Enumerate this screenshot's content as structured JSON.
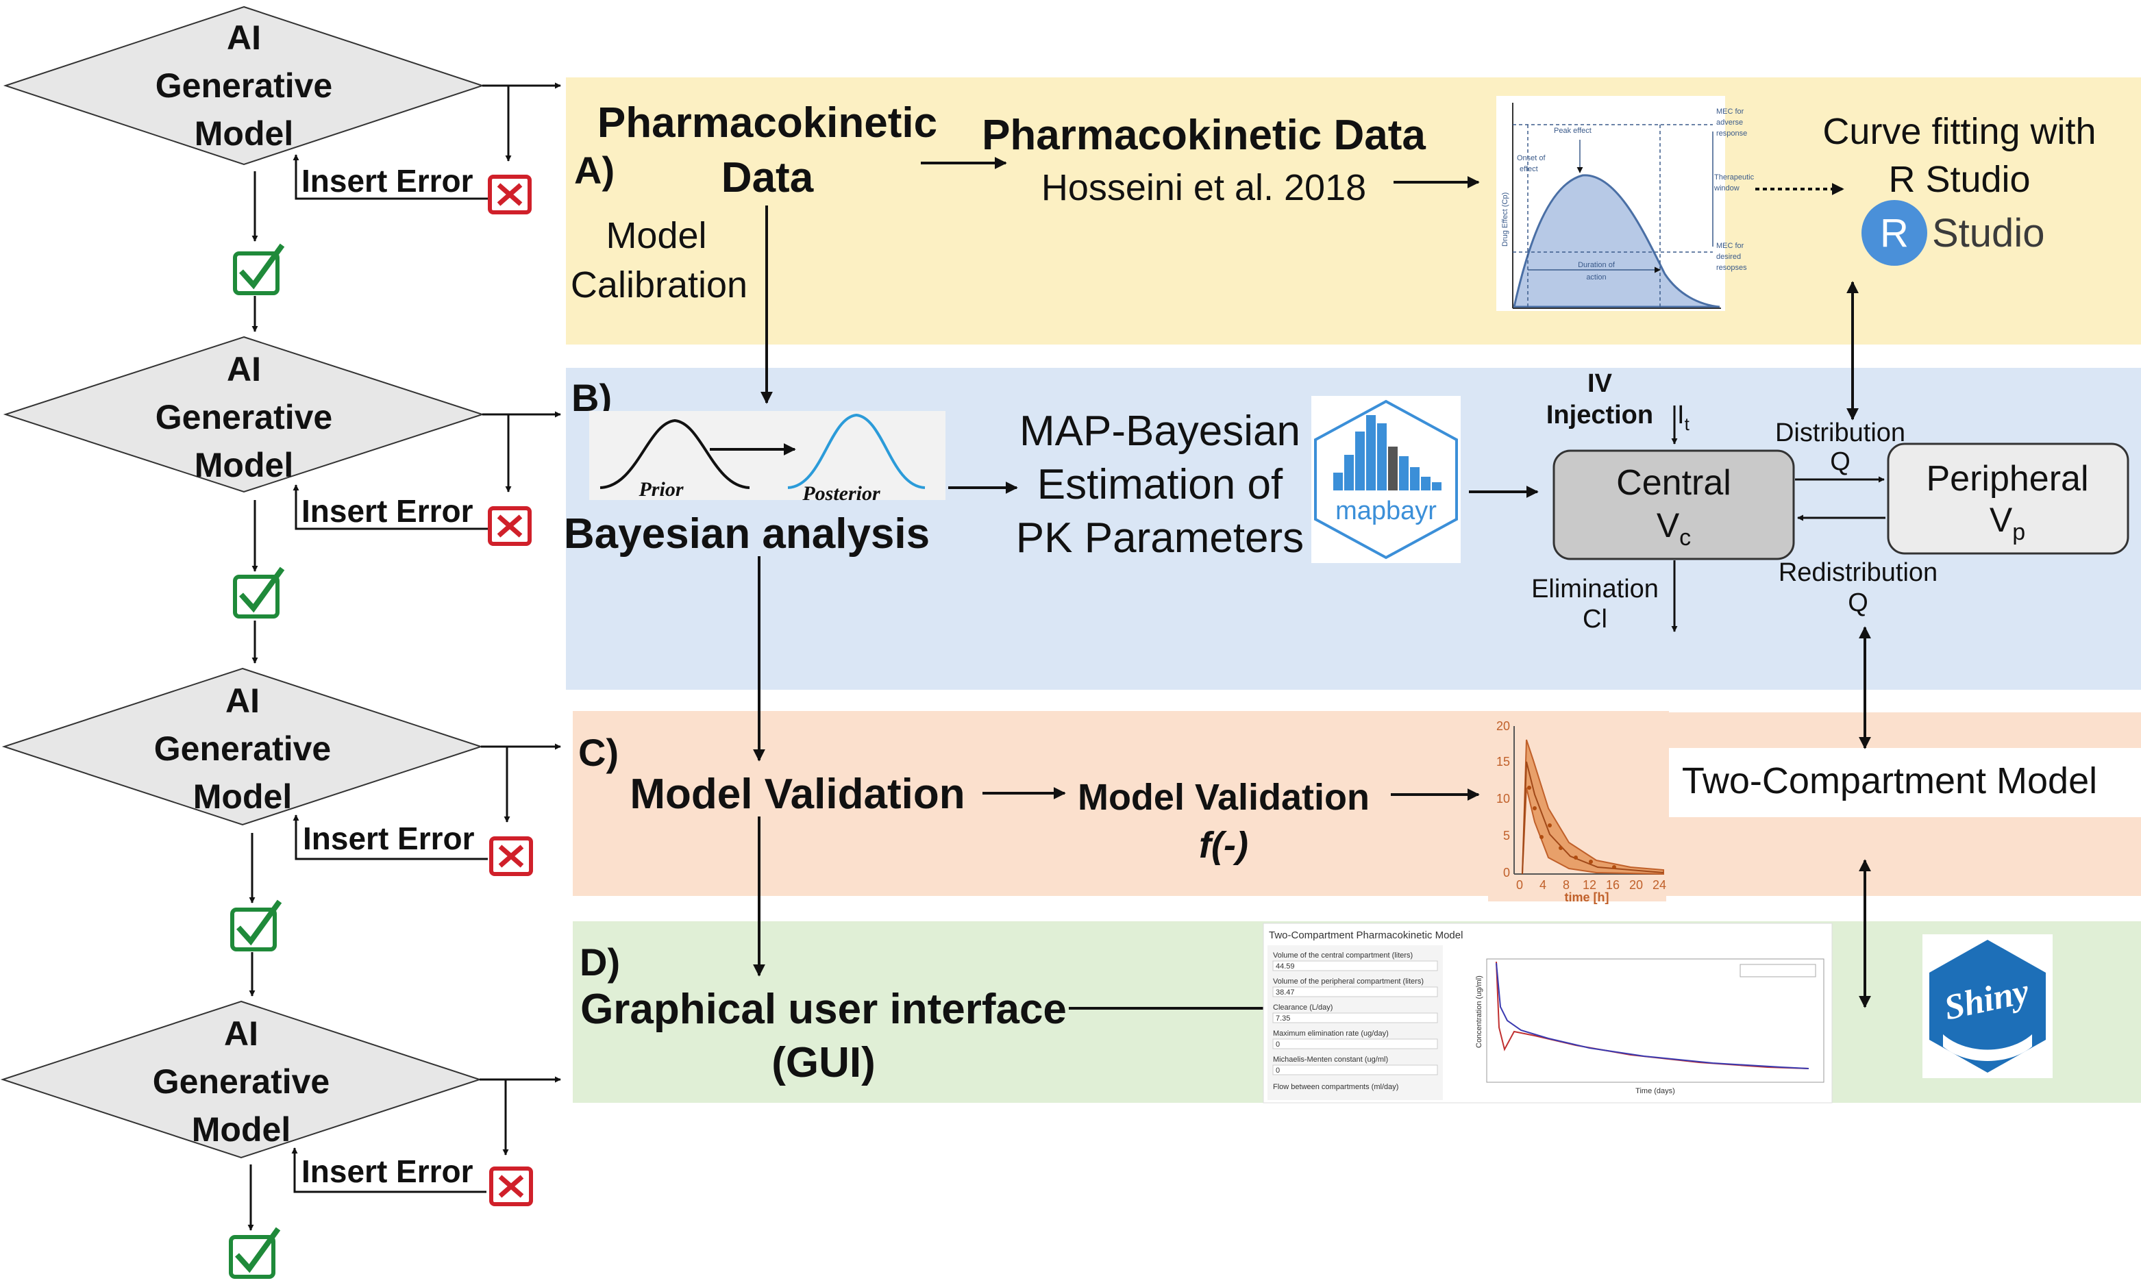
{
  "ai_steps": [
    {
      "line1": "AI",
      "line2": "Generative",
      "line3": "Model",
      "error_label": "Insert Error"
    },
    {
      "line1": "AI",
      "line2": "Generative",
      "line3": "Model",
      "error_label": "Insert Error"
    },
    {
      "line1": "AI",
      "line2": "Generative",
      "line3": "Model",
      "error_label": "Insert Error"
    },
    {
      "line1": "AI",
      "line2": "Generative",
      "line3": "Model",
      "error_label": "Insert Error"
    }
  ],
  "colors": {
    "panel_a": "#fcf0c3",
    "panel_b": "#dae6f5",
    "panel_c": "#fbe0cd",
    "panel_d": "#e0efd6",
    "diamond": "#e7e7e7",
    "check_green": "#1f8a3a",
    "error_red": "#d0202a",
    "central_fill": "#c9c9c9",
    "peripheral_fill": "#ececec",
    "curve_fill": "#b7c9e6",
    "validation_band": "#e8a06a",
    "posterior_blue": "#2b9bd9",
    "mapbayr_blue": "#3b8fd8",
    "shiny_blue": "#1d6fb8"
  },
  "panel_a": {
    "label": "A)",
    "pk_data_line1": "Pharmacokinetic",
    "pk_data_line2": "Data",
    "model_calibration_line1": "Model",
    "model_calibration_line2": "Calibration",
    "pk_data_title": "Pharmacokinetic Data",
    "reference": "Hosseini et al. 2018",
    "curve_fitting_line1": "Curve fitting with",
    "curve_fitting_line2": "R Studio",
    "rstudio_logo_letter": "R",
    "rstudio_logo_text": "Studio",
    "pk_curve": {
      "y_axis_label": "Drug Effect (Cp)",
      "peak_effect": "Peak effect",
      "onset_line1": "Onset of",
      "onset_line2": "effect",
      "duration_line1": "Duration of",
      "duration_line2": "action",
      "mec_adverse_line1": "MEC for",
      "mec_adverse_line2": "adverse",
      "mec_adverse_line3": "response",
      "therapeutic_line1": "Therapeutic",
      "therapeutic_line2": "window",
      "mec_desired_line1": "MEC for",
      "mec_desired_line2": "desired",
      "mec_desired_line3": "resopses"
    }
  },
  "panel_b": {
    "label": "B)",
    "prior_label": "Prior",
    "posterior_label": "Posterior",
    "bayesian_analysis": "Bayesian analysis",
    "map_line1": "MAP-Bayesian",
    "map_line2": "Estimation of",
    "map_line3": "PK Parameters",
    "mapbayr_logo": "mapbayr",
    "iv_line1": "IV",
    "iv_line2": "Injection",
    "input_symbol": "I",
    "input_subscript": "t",
    "central_label": "Central",
    "central_symbol": "V",
    "central_subscript": "c",
    "peripheral_label": "Peripheral",
    "peripheral_symbol": "V",
    "peripheral_subscript": "p",
    "distribution_label": "Distribution",
    "distribution_symbol": "Q",
    "redistribution_label": "Redistribution",
    "redistribution_symbol": "Q",
    "elimination_label": "Elimination",
    "elimination_symbol": "Cl"
  },
  "panel_c": {
    "label": "C)",
    "model_validation": "Model Validation",
    "model_validation_f_line1": "Model Validation",
    "model_validation_f_line2": "f(-)",
    "two_compartment_model": "Two-Compartment Model",
    "vpc_plot": {
      "xlabel": "time [h]",
      "x_ticks": [
        "0",
        "4",
        "8",
        "12",
        "16",
        "20",
        "24"
      ],
      "y_ticks": [
        "0",
        "5",
        "10",
        "15",
        "20"
      ]
    }
  },
  "panel_d": {
    "label": "D)",
    "gui_line1": "Graphical user interface",
    "gui_line2": "(GUI)",
    "shiny_logo": "Shiny",
    "gui_screenshot": {
      "title": "Two-Compartment Pharmacokinetic Model",
      "field1_label": "Volume of the central compartment (liters)",
      "field1_value": "44.59",
      "field2_label": "Volume of the peripheral compartment (liters)",
      "field2_value": "38.47",
      "field3_label": "Clearance (L/day)",
      "field3_value": "7.35",
      "field4_label": "Maximum elimination rate (ug/day)",
      "field4_value": "0",
      "field5_label": "Michaelis-Menten constant (ug/ml)",
      "field5_value": "0",
      "field6_label": "Flow between compartments (ml/day)",
      "plot_ylabel": "Concentration (ug/ml)",
      "plot_xlabel": "Time (days)"
    }
  }
}
